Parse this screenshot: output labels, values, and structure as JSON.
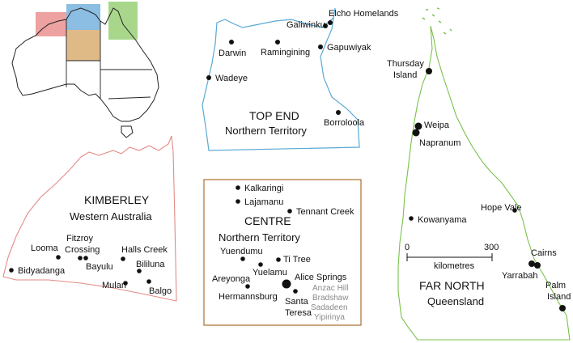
{
  "colors": {
    "kimberley": "#e38a86",
    "top_end": "#5aa9d4",
    "centre": "#a9702e",
    "far_north": "#7ac14b",
    "inset_top_end_fill": "#7fb6df",
    "inset_kimberley_fill": "#e88a8a",
    "inset_centre_fill": "#dcb37a",
    "inset_far_north_fill": "#9fd37e",
    "anzac_group_text": "#8a8a8a"
  },
  "regions": {
    "kimberley": {
      "title": "KIMBERLEY",
      "subtitle": "Western Australia"
    },
    "top_end": {
      "title": "TOP END",
      "subtitle": "Northern Territory"
    },
    "centre": {
      "title": "CENTRE",
      "subtitle": "Northern Territory"
    },
    "far_north": {
      "title": "FAR NORTH",
      "subtitle": "Queensland"
    }
  },
  "places": {
    "top_end": [
      "Elcho Homelands",
      "Galiwinku",
      "Darwin",
      "Ramingining",
      "Gapuwiyak",
      "Wadeye",
      "Borroloola"
    ],
    "kimberley": [
      "Fitzroy",
      "Crossing",
      "Looma",
      "Halls Creek",
      "Bayulu",
      "Bidyadanga",
      "Bililuna",
      "Mulan",
      "Balgo"
    ],
    "centre": [
      "Kalkaringi",
      "Lajamanu",
      "Tennant Creek",
      "Yuendumu",
      "Ti Tree",
      "Yuelamu",
      "Areyonga",
      "Alice Springs",
      "Hermannsburg",
      "Santa",
      "Teresa"
    ],
    "centre_grey": [
      "Anzac Hill",
      "Bradshaw",
      "Sadadeen",
      "Yipirinya"
    ],
    "far_north": [
      "Thursday",
      "Island",
      "Weipa",
      "Napranum",
      "Hope Vale",
      "Kowanyama",
      "Cairns",
      "Yarrabah",
      "Palm",
      "Island"
    ]
  },
  "scale_bar": {
    "min_label": "0",
    "max_label": "300",
    "unit_label": "kilometres"
  }
}
